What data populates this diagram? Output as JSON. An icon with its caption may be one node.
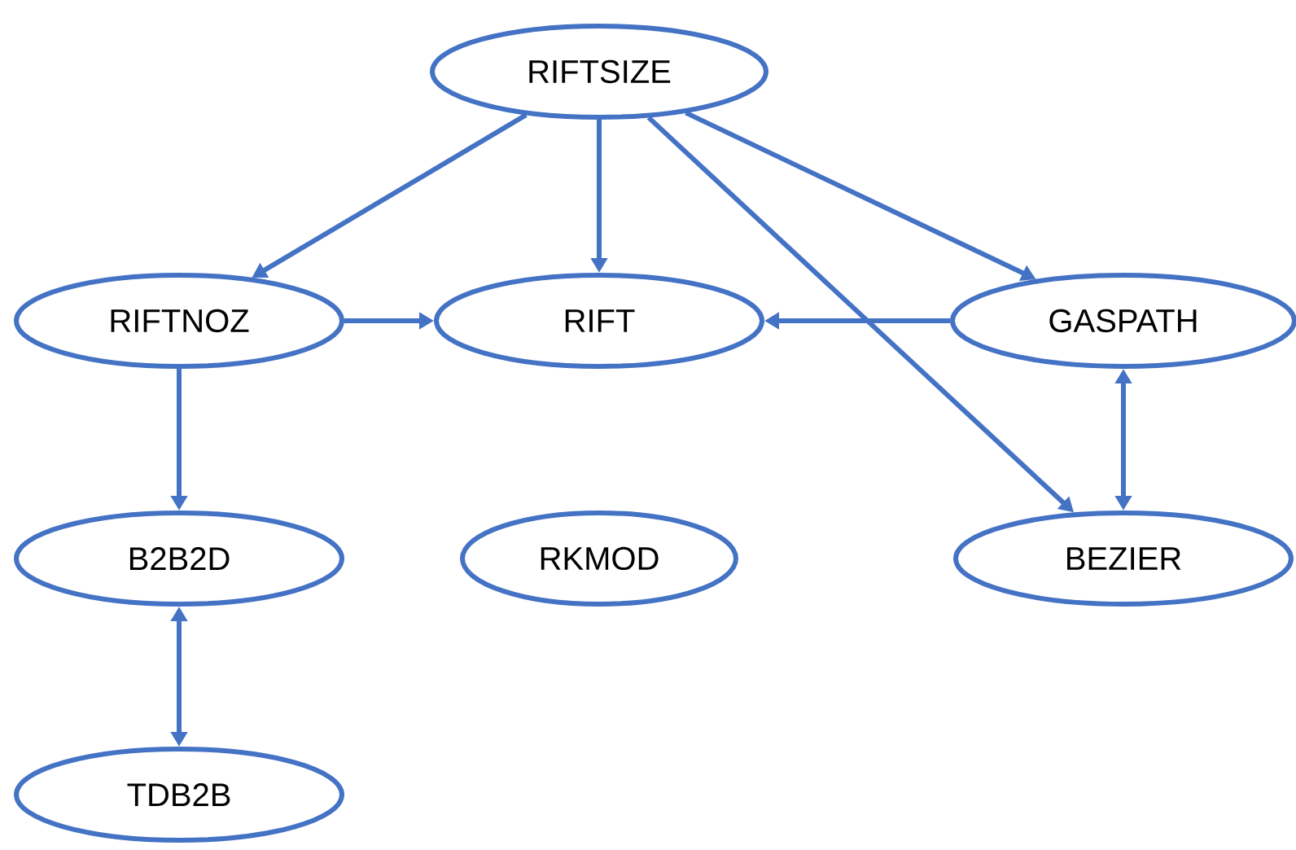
{
  "diagram": {
    "nodes": [
      {
        "text": [
          "RIFTSIZE"
        ]
      },
      {
        "text": [
          "RIFTNOZ"
        ]
      },
      {
        "text": [
          "RIFT"
        ]
      },
      {
        "text": [
          "GASPATH"
        ]
      },
      {
        "text": [
          "B2B2D"
        ]
      },
      {
        "text": [
          "RKMOD"
        ]
      },
      {
        "text": [
          "BEZIER"
        ]
      },
      {
        "text": [
          "TDB2B"
        ]
      }
    ],
    "edges": [
      {
        "from": 0,
        "to": 1,
        "arrow": "to"
      },
      {
        "from": 0,
        "to": 2,
        "arrow": "to"
      },
      {
        "from": 0,
        "to": 3,
        "arrow": "to"
      },
      {
        "from": 0,
        "to": 6,
        "arrow": "to"
      },
      {
        "from": 1,
        "to": 2,
        "arrow": "to"
      },
      {
        "from": 3,
        "to": 2,
        "arrow": "to"
      },
      {
        "from": 1,
        "to": 4,
        "arrow": "to"
      },
      {
        "from": 3,
        "to": 6,
        "arrow": "both"
      },
      {
        "from": 4,
        "to": 7,
        "arrow": "both"
      }
    ]
  }
}
